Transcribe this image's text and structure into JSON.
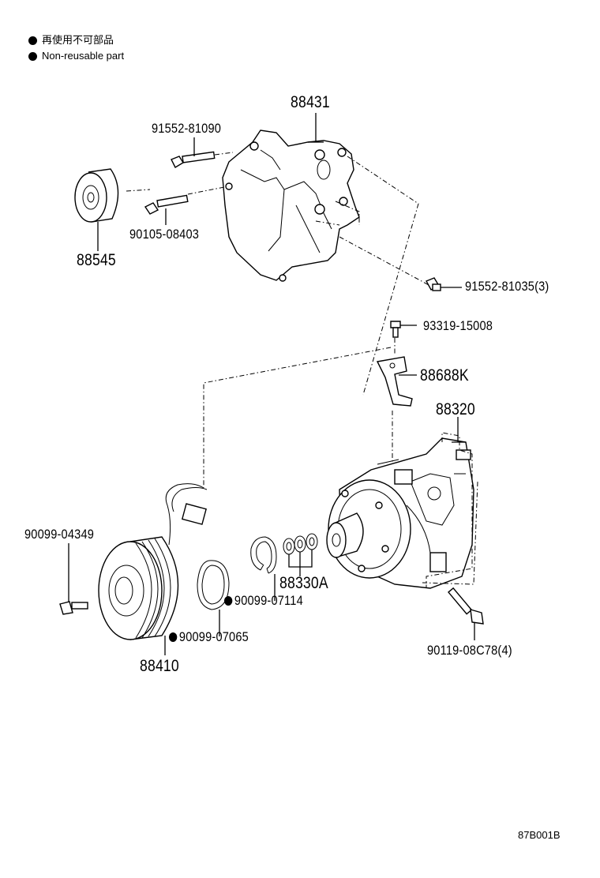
{
  "legend": {
    "line_ja": "再使用不可部品",
    "line_en": "Non-reusable part",
    "symbol": "filled-circle"
  },
  "parts": {
    "p88431": "88431",
    "p91552_81090": "91552-81090",
    "p90105_08403": "90105-08403",
    "p88545": "88545",
    "p91552_81035": "91552-81035(3)",
    "p93319_15008": "93319-15008",
    "p88688K": "88688K",
    "p88320": "88320",
    "p90099_04349": "90099-04349",
    "p88330A": "88330A",
    "p90099_07114": "90099-07114",
    "p90099_07065": "90099-07065",
    "p88410": "88410",
    "p90119_08C78": "90119-08C78(4)"
  },
  "diagram_code": "87B001B",
  "colors": {
    "line": "#000000",
    "background": "#ffffff"
  }
}
